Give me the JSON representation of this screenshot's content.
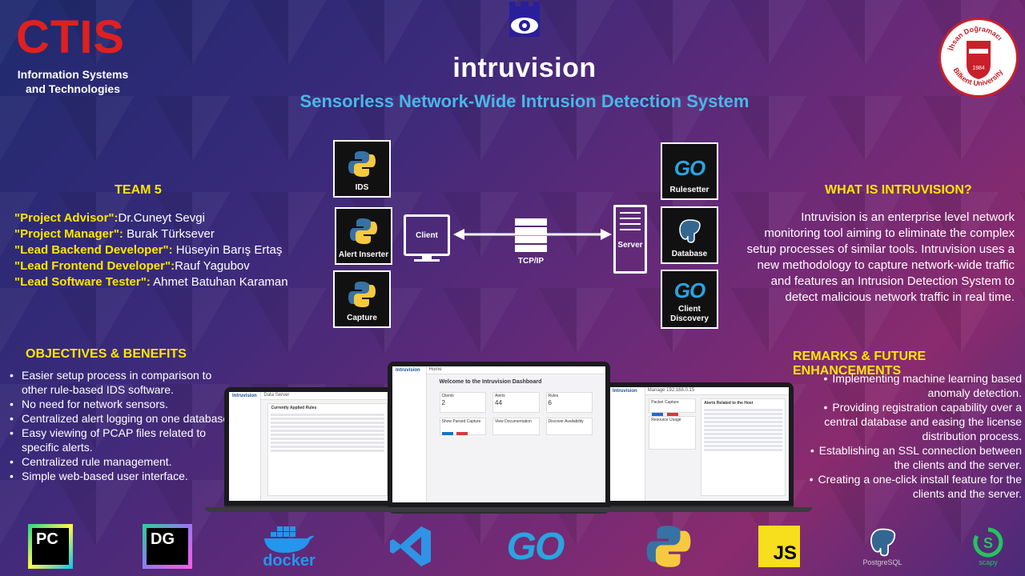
{
  "header": {
    "left_logo": "CTIS",
    "left_subtitle": "Information Systems and Technologies",
    "brand_icon": "eye-tower-icon",
    "brand_name": "intruvision",
    "tagline": "Sensorless Network-Wide Intrusion Detection System",
    "right_logo": "bilkent-university-seal",
    "right_logo_text": "İhsan Doğramacı Bilkent University 1984"
  },
  "team": {
    "title": "TEAM 5",
    "members": [
      {
        "role": "\"Project Advisor\":",
        "name": "Dr.Cuneyt Sevgi"
      },
      {
        "role": "\"Project Manager\":",
        "name": " Burak Türksever"
      },
      {
        "role": "\"Lead Backend Developer\":",
        "name": " Hüseyin Barış Ertaş"
      },
      {
        "role": "\"Lead Frontend Developer\":",
        "name": "Rauf Yagubov"
      },
      {
        "role": "\"Lead Software Tester\":",
        "name": " Ahmet Batuhan Karaman"
      }
    ]
  },
  "objectives": {
    "title": "OBJECTIVES & BENEFITS",
    "items": [
      "Easier setup process in comparison to other rule-based IDS software.",
      "No need for network sensors.",
      "Centralized alert logging on one database.",
      "Easy viewing of PCAP files related to specific alerts.",
      "Centralized rule management.",
      "Simple web-based user interface."
    ]
  },
  "what_is": {
    "title": "WHAT IS INTRUVISION?",
    "text": "Intruvision is an enterprise level network monitoring tool aiming to eliminate the complex setup processes of similar tools. Intruvision uses a new methodology to capture network-wide traffic and features an Intrusion Detection System to detect malicious network traffic in real time."
  },
  "remarks": {
    "title": "REMARKS & FUTURE ENHANCEMENTS",
    "items": [
      "Implementing machine learning based anomaly detection.",
      "Providing registration capability over a central database and easing the license distribution process.",
      "Establishing an SSL connection between the clients and the server.",
      "Creating a one-click install feature for the clients and the server."
    ]
  },
  "diagram": {
    "left_tiles": [
      "IDS",
      "Alert Inserter",
      "Capture"
    ],
    "right_tiles": [
      "Rulesetter",
      "Database",
      "Client Discovery"
    ],
    "client_label": "Client",
    "server_label": "Server",
    "link_label": "TCP/IP",
    "go_text": "GO"
  },
  "laptops": {
    "center": {
      "brand": "Intruvision",
      "page": "Home",
      "heading": "Welcome to the Intruvision Dashboard",
      "cards": [
        {
          "label": "Clients",
          "value": "2"
        },
        {
          "label": "Alerts",
          "value": "44"
        },
        {
          "label": "Rules",
          "value": "6"
        }
      ],
      "actions": [
        "Show Parsed Capture",
        "View Documentation",
        "Discover Availability"
      ]
    },
    "left": {
      "brand": "Intruvision",
      "page": "Data Server",
      "heading": "Currently Applied Rules"
    },
    "right": {
      "brand": "Intruvision",
      "page": "Manage 192.168.0.15",
      "panel1": "Packet Capture",
      "panel2": "Resource Usage",
      "heading": "Alerts Related to the Host"
    }
  },
  "tech_logos": [
    {
      "name": "pycharm-logo",
      "text": "PC"
    },
    {
      "name": "datagrip-logo",
      "text": "DG"
    },
    {
      "name": "docker-logo",
      "text": "docker"
    },
    {
      "name": "vscode-logo",
      "text": ""
    },
    {
      "name": "go-logo",
      "text": "GO"
    },
    {
      "name": "python-logo",
      "text": ""
    },
    {
      "name": "javascript-logo",
      "text": "JS"
    },
    {
      "name": "postgresql-logo",
      "text": "PostgreSQL"
    },
    {
      "name": "scapy-logo",
      "text": "scapy"
    }
  ],
  "colors": {
    "accent_yellow": "#ffe600",
    "tagline_blue": "#47b8e8",
    "ctis_red": "#e02020",
    "go_blue": "#2aa4e0"
  }
}
